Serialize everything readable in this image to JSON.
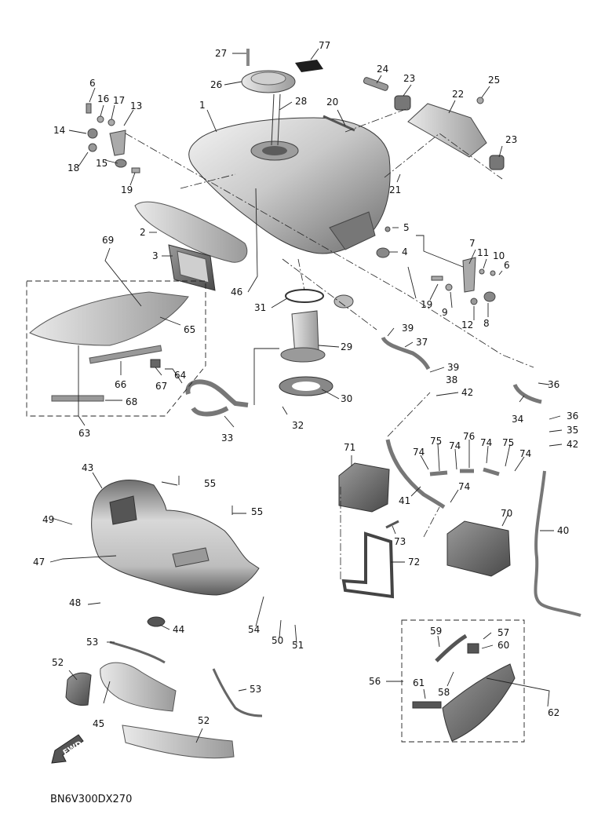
{
  "diagram": {
    "drawing_code": "BN6V300DX270",
    "fwd_label": "FWD",
    "callouts": [
      {
        "id": "1",
        "text": "1"
      },
      {
        "id": "2",
        "text": "2"
      },
      {
        "id": "3",
        "text": "3"
      },
      {
        "id": "4",
        "text": "4"
      },
      {
        "id": "5",
        "text": "5"
      },
      {
        "id": "6a",
        "text": "6"
      },
      {
        "id": "6b",
        "text": "6"
      },
      {
        "id": "7",
        "text": "7"
      },
      {
        "id": "8",
        "text": "8"
      },
      {
        "id": "9",
        "text": "9"
      },
      {
        "id": "10",
        "text": "10"
      },
      {
        "id": "11",
        "text": "11"
      },
      {
        "id": "12",
        "text": "12"
      },
      {
        "id": "13",
        "text": "13"
      },
      {
        "id": "14",
        "text": "14"
      },
      {
        "id": "15",
        "text": "15"
      },
      {
        "id": "16",
        "text": "16"
      },
      {
        "id": "17",
        "text": "17"
      },
      {
        "id": "18",
        "text": "18"
      },
      {
        "id": "19a",
        "text": "19"
      },
      {
        "id": "19b",
        "text": "19"
      },
      {
        "id": "20",
        "text": "20"
      },
      {
        "id": "21",
        "text": "21"
      },
      {
        "id": "22",
        "text": "22"
      },
      {
        "id": "23a",
        "text": "23"
      },
      {
        "id": "23b",
        "text": "23"
      },
      {
        "id": "24",
        "text": "24"
      },
      {
        "id": "25",
        "text": "25"
      },
      {
        "id": "26",
        "text": "26"
      },
      {
        "id": "27",
        "text": "27"
      },
      {
        "id": "28",
        "text": "28"
      },
      {
        "id": "29",
        "text": "29"
      },
      {
        "id": "30",
        "text": "30"
      },
      {
        "id": "31",
        "text": "31"
      },
      {
        "id": "32",
        "text": "32"
      },
      {
        "id": "33",
        "text": "33"
      },
      {
        "id": "34",
        "text": "34"
      },
      {
        "id": "35",
        "text": "35"
      },
      {
        "id": "36a",
        "text": "36"
      },
      {
        "id": "36b",
        "text": "36"
      },
      {
        "id": "37",
        "text": "37"
      },
      {
        "id": "38",
        "text": "38"
      },
      {
        "id": "39a",
        "text": "39"
      },
      {
        "id": "39b",
        "text": "39"
      },
      {
        "id": "40",
        "text": "40"
      },
      {
        "id": "41",
        "text": "41"
      },
      {
        "id": "42a",
        "text": "42"
      },
      {
        "id": "42b",
        "text": "42"
      },
      {
        "id": "43",
        "text": "43"
      },
      {
        "id": "44",
        "text": "44"
      },
      {
        "id": "45",
        "text": "45"
      },
      {
        "id": "46",
        "text": "46"
      },
      {
        "id": "47",
        "text": "47"
      },
      {
        "id": "48",
        "text": "48"
      },
      {
        "id": "49",
        "text": "49"
      },
      {
        "id": "50",
        "text": "50"
      },
      {
        "id": "51",
        "text": "51"
      },
      {
        "id": "52a",
        "text": "52"
      },
      {
        "id": "52b",
        "text": "52"
      },
      {
        "id": "53a",
        "text": "53"
      },
      {
        "id": "53b",
        "text": "53"
      },
      {
        "id": "54",
        "text": "54"
      },
      {
        "id": "55a",
        "text": "55"
      },
      {
        "id": "55b",
        "text": "55"
      },
      {
        "id": "56",
        "text": "56"
      },
      {
        "id": "57",
        "text": "57"
      },
      {
        "id": "58",
        "text": "58"
      },
      {
        "id": "59",
        "text": "59"
      },
      {
        "id": "60",
        "text": "60"
      },
      {
        "id": "61",
        "text": "61"
      },
      {
        "id": "62",
        "text": "62"
      },
      {
        "id": "63",
        "text": "63"
      },
      {
        "id": "64",
        "text": "64"
      },
      {
        "id": "65",
        "text": "65"
      },
      {
        "id": "66",
        "text": "66"
      },
      {
        "id": "67",
        "text": "67"
      },
      {
        "id": "68",
        "text": "68"
      },
      {
        "id": "69",
        "text": "69"
      },
      {
        "id": "70",
        "text": "70"
      },
      {
        "id": "71",
        "text": "71"
      },
      {
        "id": "72",
        "text": "72"
      },
      {
        "id": "73",
        "text": "73"
      },
      {
        "id": "74a",
        "text": "74"
      },
      {
        "id": "74b",
        "text": "74"
      },
      {
        "id": "74c",
        "text": "74"
      },
      {
        "id": "74d",
        "text": "74"
      },
      {
        "id": "74e",
        "text": "74"
      },
      {
        "id": "75a",
        "text": "75"
      },
      {
        "id": "75b",
        "text": "75"
      },
      {
        "id": "76",
        "text": "76"
      },
      {
        "id": "77",
        "text": "77"
      }
    ]
  }
}
